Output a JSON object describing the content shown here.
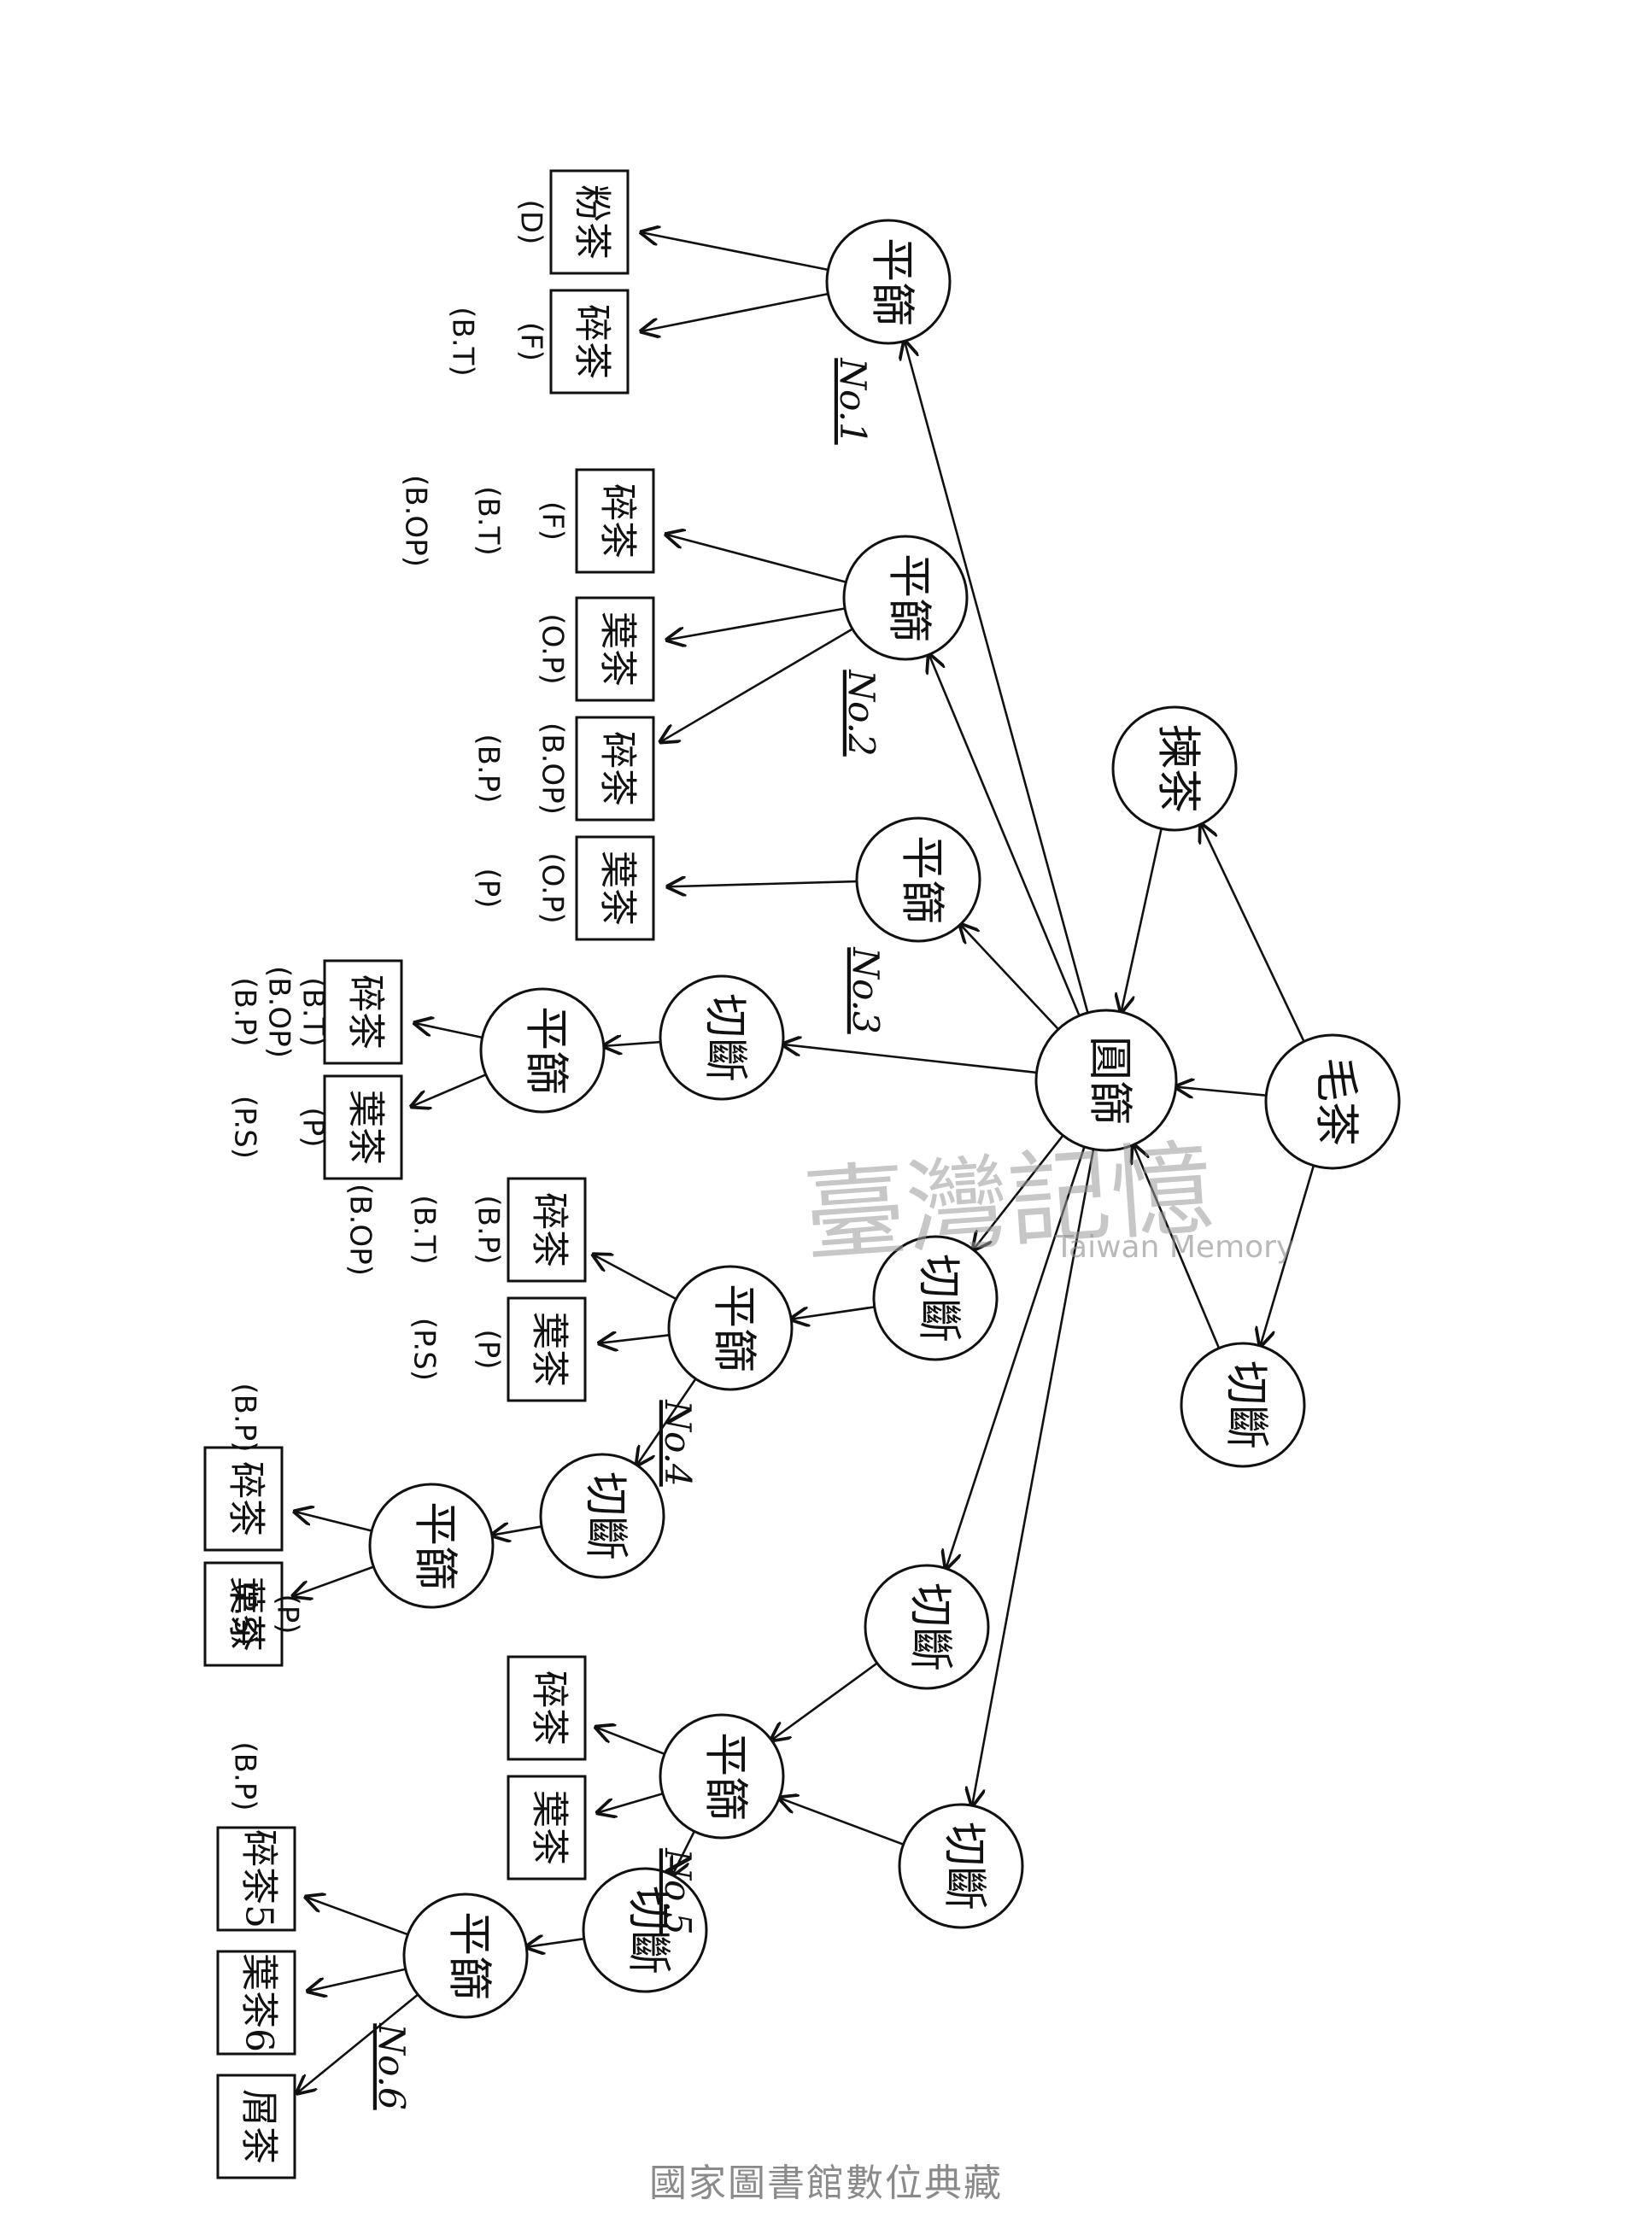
{
  "watermark": {
    "cn": "臺灣記憶",
    "en": "Taiwan Memory"
  },
  "footer": "國家圖書館數位典藏",
  "nodes": {
    "mao": "毛茶",
    "yuan": "圓篩",
    "jian": "揀茶",
    "qie": "切斷",
    "ping": "平篩"
  },
  "products": {
    "fen": "粉茶",
    "sui": "碎茶",
    "ye": "葉茶",
    "sui5": "碎茶5",
    "ye6": "葉茶6",
    "xie": "屑茶"
  },
  "codes": {
    "D": "(D)",
    "F": "(F)",
    "BT": "(B.T)",
    "BOP": "(B.OP)",
    "OP": "(O.P)",
    "BP": "(B.P)",
    "P": "(P)",
    "PS": "(P.S)"
  },
  "numbers": {
    "n1": "No.1",
    "n2": "No.2",
    "n3": "No.3",
    "n4": "No.4",
    "n5": "No.5",
    "n6": "No.6"
  }
}
